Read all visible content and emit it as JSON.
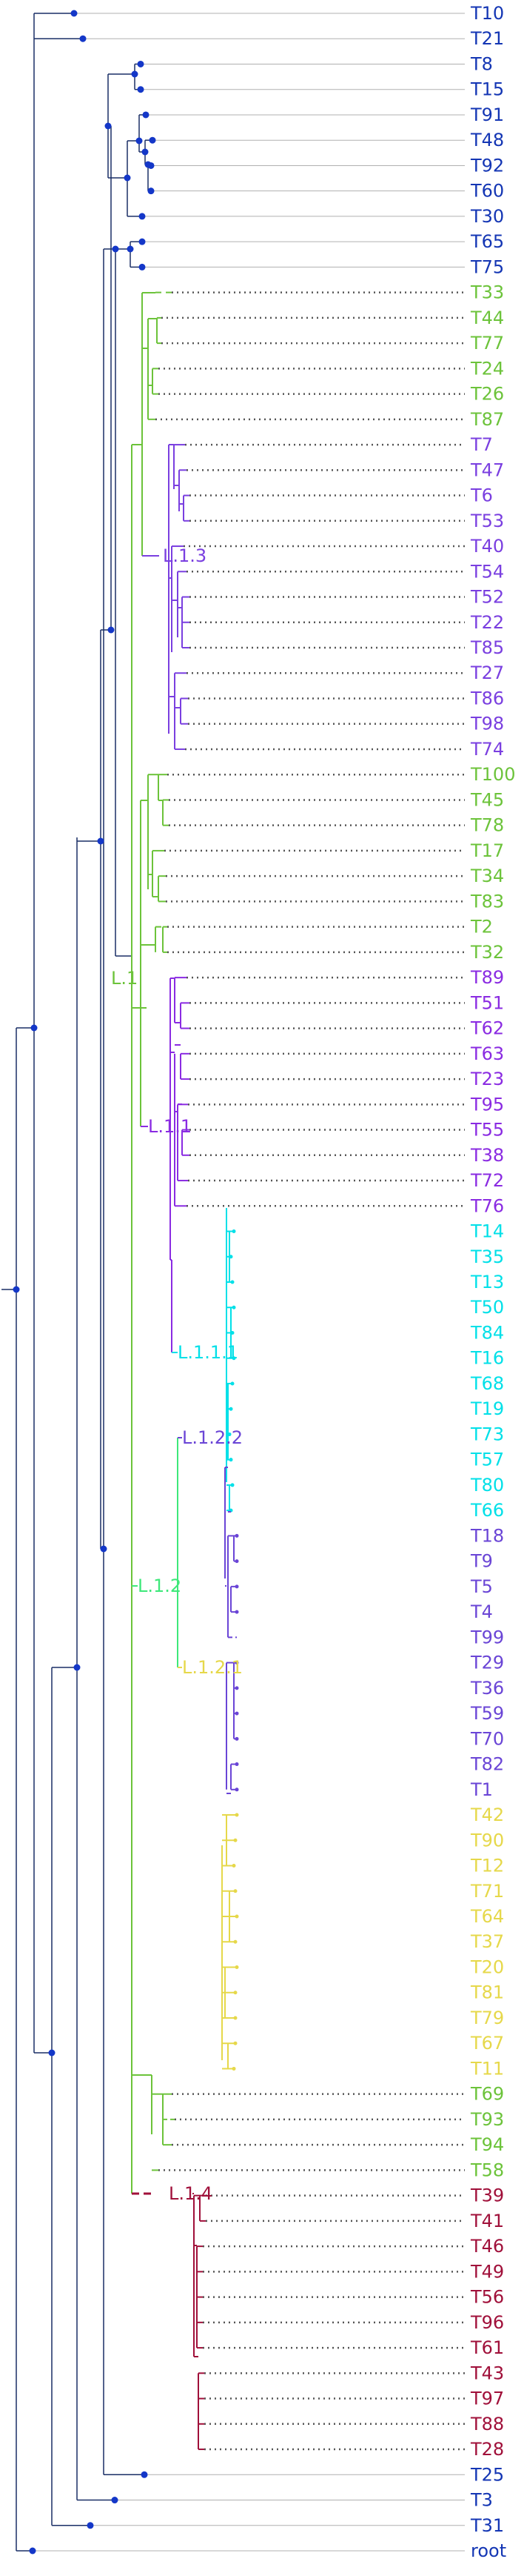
{
  "colors": {
    "backbone": "#1a2f66",
    "node": "#1437c8",
    "label_root": "#1436b4",
    "guide": "#b0b0b0",
    "dotted": "#555555",
    "clades": {
      "L.1": "#6cc33a",
      "L.1.1": "#8a2be2",
      "L.1.1.1": "#00e0e8",
      "L.1.2": "#3ee87a",
      "L.1.2.1": "#e6d84a",
      "L.1.2.2": "#6a45d6",
      "L.1.3": "#7a3fe0",
      "L.1.4": "#a0103a"
    }
  },
  "tips_top": [
    {
      "name": "T10"
    },
    {
      "name": "T21"
    },
    {
      "name": "T8"
    },
    {
      "name": "T15"
    },
    {
      "name": "T91"
    },
    {
      "name": "T48"
    },
    {
      "name": "T92"
    },
    {
      "name": "T60"
    },
    {
      "name": "T30"
    },
    {
      "name": "T65"
    },
    {
      "name": "T75"
    }
  ],
  "clade_labels": {
    "L.1": "L.1",
    "L.1.1": "L.1.1",
    "L.1.1.1": "L.1.1.1",
    "L.1.2": "L.1.2",
    "L.1.2.1": "L.1.2.1",
    "L.1.2.2": "L.1.2.2",
    "L.1.3": "L.1.3",
    "L.1.4": "L.1.4"
  },
  "clade_tips": [
    {
      "name": "T33",
      "clade": "L.1"
    },
    {
      "name": "T44",
      "clade": "L.1"
    },
    {
      "name": "T77",
      "clade": "L.1"
    },
    {
      "name": "T24",
      "clade": "L.1"
    },
    {
      "name": "T26",
      "clade": "L.1"
    },
    {
      "name": "T87",
      "clade": "L.1"
    },
    {
      "name": "T7",
      "clade": "L.1.3"
    },
    {
      "name": "T47",
      "clade": "L.1.3"
    },
    {
      "name": "T6",
      "clade": "L.1.3"
    },
    {
      "name": "T53",
      "clade": "L.1.3"
    },
    {
      "name": "T40",
      "clade": "L.1.3"
    },
    {
      "name": "T54",
      "clade": "L.1.3"
    },
    {
      "name": "T52",
      "clade": "L.1.3"
    },
    {
      "name": "T22",
      "clade": "L.1.3"
    },
    {
      "name": "T85",
      "clade": "L.1.3"
    },
    {
      "name": "T27",
      "clade": "L.1.3"
    },
    {
      "name": "T86",
      "clade": "L.1.3"
    },
    {
      "name": "T98",
      "clade": "L.1.3"
    },
    {
      "name": "T74",
      "clade": "L.1.3"
    },
    {
      "name": "T100",
      "clade": "L.1"
    },
    {
      "name": "T45",
      "clade": "L.1"
    },
    {
      "name": "T78",
      "clade": "L.1"
    },
    {
      "name": "T17",
      "clade": "L.1"
    },
    {
      "name": "T34",
      "clade": "L.1"
    },
    {
      "name": "T83",
      "clade": "L.1"
    },
    {
      "name": "T2",
      "clade": "L.1"
    },
    {
      "name": "T32",
      "clade": "L.1"
    },
    {
      "name": "T89",
      "clade": "L.1.1"
    },
    {
      "name": "T51",
      "clade": "L.1.1"
    },
    {
      "name": "T62",
      "clade": "L.1.1"
    },
    {
      "name": "T63",
      "clade": "L.1.1"
    },
    {
      "name": "T23",
      "clade": "L.1.1"
    },
    {
      "name": "T95",
      "clade": "L.1.1"
    },
    {
      "name": "T55",
      "clade": "L.1.1"
    },
    {
      "name": "T38",
      "clade": "L.1.1"
    },
    {
      "name": "T72",
      "clade": "L.1.1"
    },
    {
      "name": "T76",
      "clade": "L.1.1"
    },
    {
      "name": "T14",
      "clade": "L.1.1.1"
    },
    {
      "name": "T35",
      "clade": "L.1.1.1"
    },
    {
      "name": "T13",
      "clade": "L.1.1.1"
    },
    {
      "name": "T50",
      "clade": "L.1.1.1"
    },
    {
      "name": "T84",
      "clade": "L.1.1.1"
    },
    {
      "name": "T16",
      "clade": "L.1.1.1"
    },
    {
      "name": "T68",
      "clade": "L.1.1.1"
    },
    {
      "name": "T19",
      "clade": "L.1.1.1"
    },
    {
      "name": "T73",
      "clade": "L.1.1.1"
    },
    {
      "name": "T57",
      "clade": "L.1.1.1"
    },
    {
      "name": "T80",
      "clade": "L.1.1.1"
    },
    {
      "name": "T66",
      "clade": "L.1.1.1"
    },
    {
      "name": "T18",
      "clade": "L.1.2.2"
    },
    {
      "name": "T9",
      "clade": "L.1.2.2"
    },
    {
      "name": "T5",
      "clade": "L.1.2.2"
    },
    {
      "name": "T4",
      "clade": "L.1.2.2"
    },
    {
      "name": "T99",
      "clade": "L.1.2.2"
    },
    {
      "name": "T29",
      "clade": "L.1.2.2"
    },
    {
      "name": "T36",
      "clade": "L.1.2.2"
    },
    {
      "name": "T59",
      "clade": "L.1.2.2"
    },
    {
      "name": "T70",
      "clade": "L.1.2.2"
    },
    {
      "name": "T82",
      "clade": "L.1.2.2"
    },
    {
      "name": "T1",
      "clade": "L.1.2.2"
    },
    {
      "name": "T42",
      "clade": "L.1.2.1"
    },
    {
      "name": "T90",
      "clade": "L.1.2.1"
    },
    {
      "name": "T12",
      "clade": "L.1.2.1"
    },
    {
      "name": "T71",
      "clade": "L.1.2.1"
    },
    {
      "name": "T64",
      "clade": "L.1.2.1"
    },
    {
      "name": "T37",
      "clade": "L.1.2.1"
    },
    {
      "name": "T20",
      "clade": "L.1.2.1"
    },
    {
      "name": "T81",
      "clade": "L.1.2.1"
    },
    {
      "name": "T79",
      "clade": "L.1.2.1"
    },
    {
      "name": "T67",
      "clade": "L.1.2.1"
    },
    {
      "name": "T11",
      "clade": "L.1.2.1"
    },
    {
      "name": "T69",
      "clade": "L.1"
    },
    {
      "name": "T93",
      "clade": "L.1"
    },
    {
      "name": "T94",
      "clade": "L.1"
    },
    {
      "name": "T58",
      "clade": "L.1"
    },
    {
      "name": "T39",
      "clade": "L.1.4"
    },
    {
      "name": "T41",
      "clade": "L.1.4"
    },
    {
      "name": "T46",
      "clade": "L.1.4"
    },
    {
      "name": "T49",
      "clade": "L.1.4"
    },
    {
      "name": "T56",
      "clade": "L.1.4"
    },
    {
      "name": "T96",
      "clade": "L.1.4"
    },
    {
      "name": "T61",
      "clade": "L.1.4"
    },
    {
      "name": "T43",
      "clade": "L.1.4"
    },
    {
      "name": "T97",
      "clade": "L.1.4"
    },
    {
      "name": "T88",
      "clade": "L.1.4"
    },
    {
      "name": "T28",
      "clade": "L.1.4"
    }
  ],
  "tips_bottom": [
    {
      "name": "T25"
    },
    {
      "name": "T3"
    },
    {
      "name": "T31"
    },
    {
      "name": "root"
    }
  ]
}
